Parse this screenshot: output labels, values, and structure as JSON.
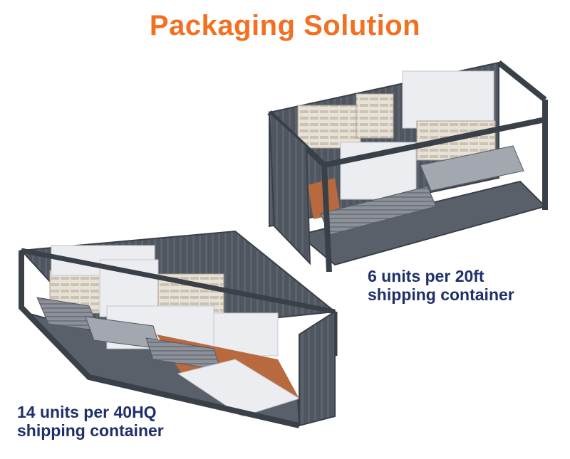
{
  "title": "Packaging Solution",
  "colors": {
    "title": "#f36f21",
    "caption": "#1f2f6b",
    "container": "#4f5660",
    "container_dark": "#3a4048",
    "panel_white": "#ebedf0",
    "wood_board": "#b86a3e",
    "vent_unit": "#e7e1d6"
  },
  "container_20ft": {
    "caption_line1": "6 units per 20ft",
    "caption_line2": "shipping container"
  },
  "container_40hq": {
    "caption_line1": "14 units per 40HQ",
    "caption_line2": "shipping container"
  }
}
